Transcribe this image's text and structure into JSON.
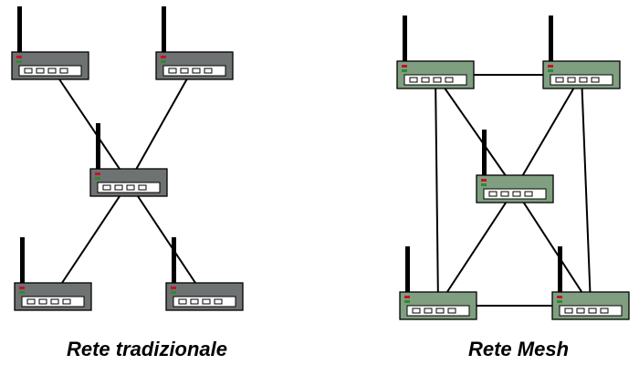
{
  "captions": {
    "traditional": "Rete tradizionale",
    "mesh": "Rete Mesh"
  },
  "colors": {
    "traditional_router_fill": "#6f7272",
    "mesh_router_fill": "#7f9f80",
    "port_fill": "#ffffff",
    "link": "#000000",
    "led_red": "#c8102e",
    "led_green": "#2e8b2e"
  },
  "icons": {
    "router": "wireless-router-icon"
  },
  "networks": [
    {
      "name": "traditional",
      "routers": [
        "top-left",
        "top-right",
        "center",
        "bottom-left",
        "bottom-right"
      ],
      "links": [
        [
          "top-left",
          "center"
        ],
        [
          "top-right",
          "center"
        ],
        [
          "center",
          "bottom-left"
        ],
        [
          "center",
          "bottom-right"
        ]
      ]
    },
    {
      "name": "mesh",
      "routers": [
        "top-left",
        "top-right",
        "center",
        "bottom-left",
        "bottom-right"
      ],
      "links": [
        [
          "top-left",
          "top-right"
        ],
        [
          "top-left",
          "center"
        ],
        [
          "top-right",
          "center"
        ],
        [
          "center",
          "bottom-left"
        ],
        [
          "center",
          "bottom-right"
        ],
        [
          "bottom-left",
          "bottom-right"
        ],
        [
          "top-left",
          "bottom-left"
        ],
        [
          "top-right",
          "bottom-right"
        ]
      ]
    }
  ]
}
